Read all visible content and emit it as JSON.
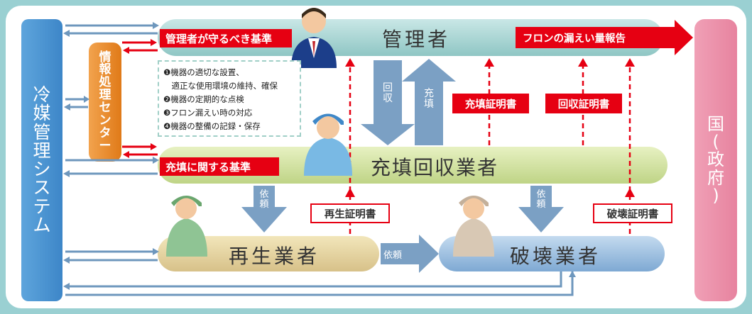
{
  "title_admin": "管理者",
  "title_fill_recovery": "充填回収業者",
  "title_regenerator": "再生業者",
  "title_destroyer": "破壊業者",
  "system_label": [
    "冷",
    "媒",
    "管",
    "理",
    "シ",
    "ス",
    "テ",
    "ム"
  ],
  "info_center_label": [
    "情",
    "報",
    "処",
    "理",
    "セ",
    "ン",
    "タ",
    "ー"
  ],
  "government_label": [
    "国",
    "(",
    "政",
    "府",
    ")"
  ],
  "admin_standard_tag": "管理者が守るべき基準",
  "fill_standard_tag": "充填に関する基準",
  "leak_report_tag": "フロンの漏えい量報告",
  "duties": [
    "❶機器の適切な設置、",
    "　適正な使用環境の維持、確保",
    "❷機器の定期的な点検",
    "❸フロン漏えい時の対応",
    "❹機器の整備の記録・保存"
  ],
  "recovery_arrow_label": [
    "回",
    "収"
  ],
  "fill_arrow_label": [
    "充",
    "填"
  ],
  "request_label": [
    "依",
    "頼"
  ],
  "request_horizontal_label": "依頼",
  "cert_fill": "充填証明書",
  "cert_recovery": "回収証明書",
  "cert_regen": "再生証明書",
  "cert_destroy": "破壊証明書",
  "colors": {
    "red": "#e60012",
    "steel_arrow": "#6e97bd",
    "system_blue": "#3d86c8",
    "info_orange": "#e07a18",
    "gov_pink": "#e7839f"
  }
}
